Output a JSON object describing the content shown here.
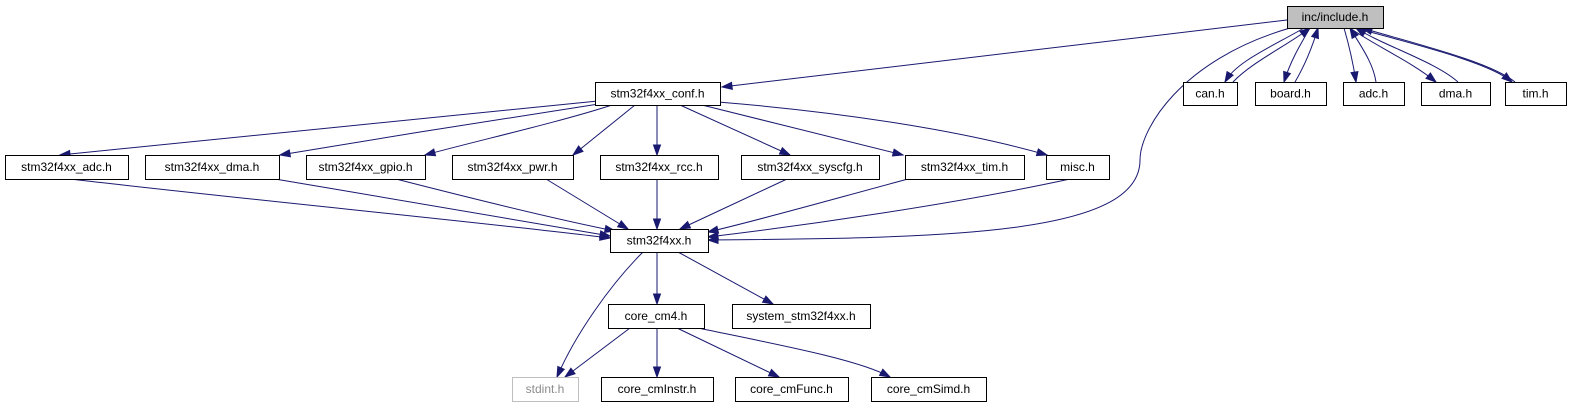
{
  "nodes": [
    {
      "id": "include_h",
      "label": "inc/include.h"
    },
    {
      "id": "conf",
      "label": "stm32f4xx_conf.h"
    },
    {
      "id": "can",
      "label": "can.h"
    },
    {
      "id": "board",
      "label": "board.h"
    },
    {
      "id": "adc",
      "label": "adc.h"
    },
    {
      "id": "dma",
      "label": "dma.h"
    },
    {
      "id": "tim",
      "label": "tim.h"
    },
    {
      "id": "s_adc",
      "label": "stm32f4xx_adc.h"
    },
    {
      "id": "s_dma",
      "label": "stm32f4xx_dma.h"
    },
    {
      "id": "s_gpio",
      "label": "stm32f4xx_gpio.h"
    },
    {
      "id": "s_pwr",
      "label": "stm32f4xx_pwr.h"
    },
    {
      "id": "s_rcc",
      "label": "stm32f4xx_rcc.h"
    },
    {
      "id": "s_syscfg",
      "label": "stm32f4xx_syscfg.h"
    },
    {
      "id": "s_tim",
      "label": "stm32f4xx_tim.h"
    },
    {
      "id": "misc",
      "label": "misc.h"
    },
    {
      "id": "stm32f4xx",
      "label": "stm32f4xx.h"
    },
    {
      "id": "core_cm4",
      "label": "core_cm4.h"
    },
    {
      "id": "system",
      "label": "system_stm32f4xx.h"
    },
    {
      "id": "stdint",
      "label": "stdint.h"
    },
    {
      "id": "cmInstr",
      "label": "core_cmInstr.h"
    },
    {
      "id": "cmFunc",
      "label": "core_cmFunc.h"
    },
    {
      "id": "cmSimd",
      "label": "core_cmSimd.h"
    }
  ],
  "edges": [
    {
      "from": "include_h",
      "to": "conf"
    },
    {
      "from": "include_h",
      "to": "stm32f4xx"
    },
    {
      "from": "include_h",
      "to": "can"
    },
    {
      "from": "can",
      "to": "include_h"
    },
    {
      "from": "include_h",
      "to": "board"
    },
    {
      "from": "board",
      "to": "include_h"
    },
    {
      "from": "include_h",
      "to": "adc"
    },
    {
      "from": "adc",
      "to": "include_h"
    },
    {
      "from": "include_h",
      "to": "dma"
    },
    {
      "from": "dma",
      "to": "include_h"
    },
    {
      "from": "include_h",
      "to": "tim"
    },
    {
      "from": "tim",
      "to": "include_h"
    },
    {
      "from": "conf",
      "to": "s_adc"
    },
    {
      "from": "conf",
      "to": "s_dma"
    },
    {
      "from": "conf",
      "to": "s_gpio"
    },
    {
      "from": "conf",
      "to": "s_pwr"
    },
    {
      "from": "conf",
      "to": "s_rcc"
    },
    {
      "from": "conf",
      "to": "s_syscfg"
    },
    {
      "from": "conf",
      "to": "s_tim"
    },
    {
      "from": "conf",
      "to": "misc"
    },
    {
      "from": "s_adc",
      "to": "stm32f4xx"
    },
    {
      "from": "s_dma",
      "to": "stm32f4xx"
    },
    {
      "from": "s_gpio",
      "to": "stm32f4xx"
    },
    {
      "from": "s_pwr",
      "to": "stm32f4xx"
    },
    {
      "from": "s_rcc",
      "to": "stm32f4xx"
    },
    {
      "from": "s_syscfg",
      "to": "stm32f4xx"
    },
    {
      "from": "s_tim",
      "to": "stm32f4xx"
    },
    {
      "from": "misc",
      "to": "stm32f4xx"
    },
    {
      "from": "stm32f4xx",
      "to": "core_cm4"
    },
    {
      "from": "stm32f4xx",
      "to": "system"
    },
    {
      "from": "stm32f4xx",
      "to": "stdint"
    },
    {
      "from": "core_cm4",
      "to": "stdint"
    },
    {
      "from": "core_cm4",
      "to": "cmInstr"
    },
    {
      "from": "core_cm4",
      "to": "cmFunc"
    },
    {
      "from": "core_cm4",
      "to": "cmSimd"
    }
  ],
  "colors": {
    "edge": "#191970",
    "root_fill": "#bfbfbf",
    "missing_border": "#bfbfbf",
    "missing_text": "#8c8c8c"
  }
}
